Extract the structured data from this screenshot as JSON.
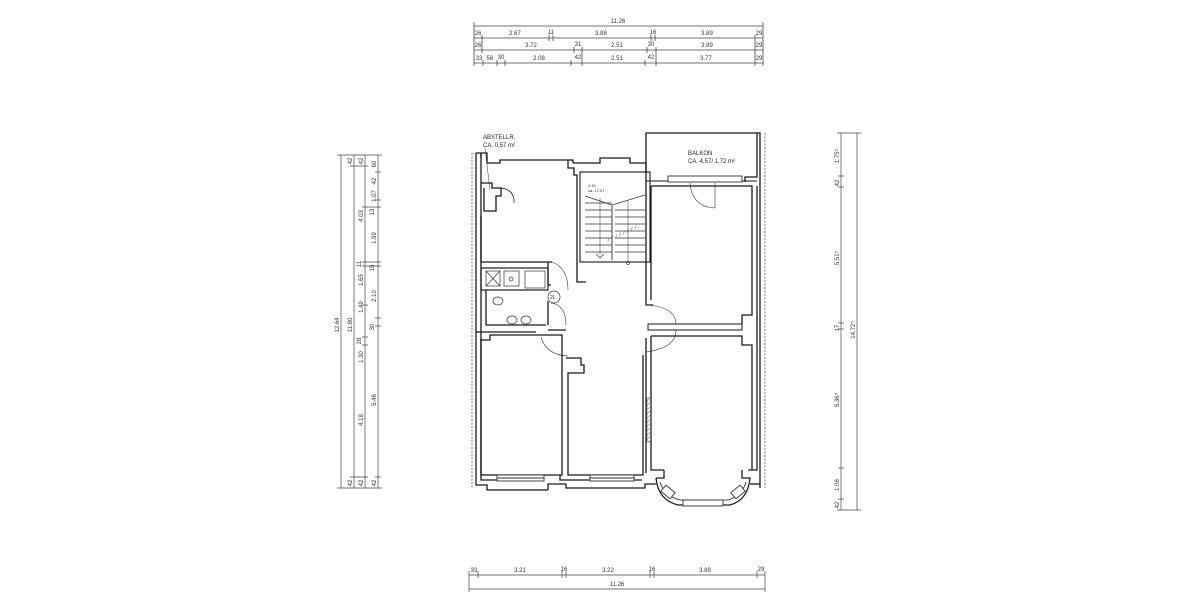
{
  "plan": {
    "type": "floor-plan",
    "colors": {
      "wall": "#1a1a1a",
      "dim_line": "#444444",
      "hatch": "#777777",
      "dashed_outline": "#555555"
    }
  },
  "labels": {
    "abstell_title": "ABSTELLR.",
    "abstell_area": "CA. 0,57 m²",
    "balkon_title": "BALKON",
    "balkon_area": "CA. 4,57/ 1,72 m²",
    "stair_note_1": "X St.",
    "stair_note_2": "ca. 17,07",
    "wc_tag": "2L"
  },
  "dims_top": {
    "overall": "11.26",
    "row1": [
      "26",
      "2.67",
      "11",
      "3.88",
      "16",
      "3.89",
      "29"
    ],
    "row2": [
      "26",
      "3.72",
      "31",
      "2.51",
      "30",
      "3.89",
      "29"
    ],
    "row3": [
      "33",
      "56",
      "30",
      "2.08",
      "42",
      "2.51",
      "42",
      "3.77",
      "29"
    ]
  },
  "dims_bottom": {
    "row1": [
      "33",
      "3.21",
      "16",
      "3.22",
      "16",
      "3.89",
      "29"
    ],
    "overall": "11.26"
  },
  "dims_left": {
    "overall": "12.64",
    "col2": [
      "42",
      "11.80",
      "42"
    ],
    "col3": [
      "42",
      "4.03",
      "11",
      "1.65",
      "1.49",
      "28",
      "1.30",
      "4.18",
      "42"
    ],
    "col4": [
      "60",
      "42",
      "1.07",
      "13",
      "1.99",
      "15",
      "2.10",
      "30",
      "5.46",
      "42"
    ]
  },
  "dims_right": {
    "col1": [
      "1.75⁵",
      "42",
      "5.51⁵",
      "17",
      "5.36⁵",
      "1.08",
      "42"
    ],
    "overall": "14.72⁵"
  }
}
